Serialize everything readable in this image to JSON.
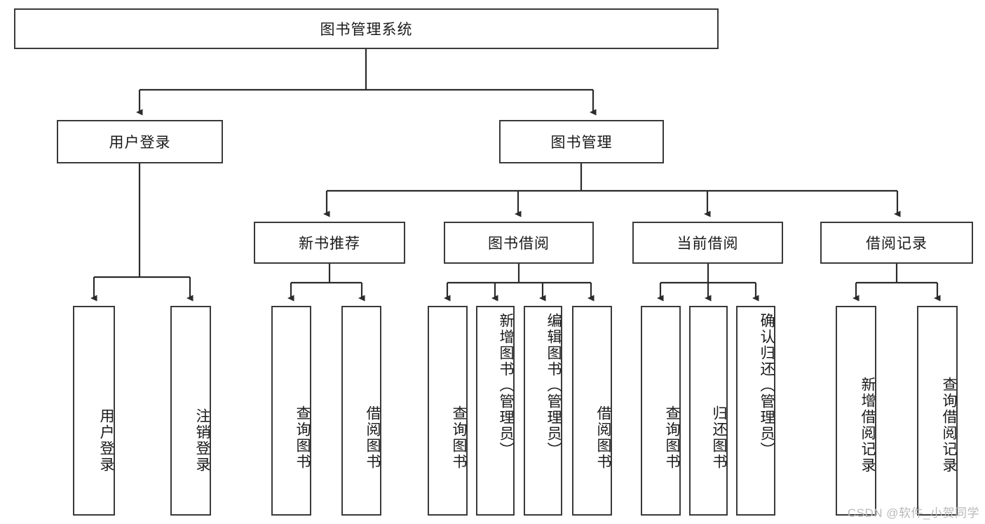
{
  "diagram": {
    "type": "tree-hierarchy",
    "title": "图书管理系统",
    "orientation": "top-down",
    "watermark": "CSDN @软件_小贺同学",
    "colors": {
      "box_border": "#3a3a3a",
      "box_fill": "#ffffff",
      "connector": "#2b2b2b",
      "text": "#1a1a1a",
      "watermark": "#b9b9b9",
      "background": "#ffffff"
    },
    "nodes": {
      "root": {
        "label": "图书管理系统"
      },
      "level2": [
        {
          "id": "user-login",
          "label": "用户登录"
        },
        {
          "id": "book-manage",
          "label": "图书管理"
        }
      ],
      "level3": [
        {
          "id": "new-book-recommend",
          "label": "新书推荐",
          "parent": "book-manage"
        },
        {
          "id": "book-borrow",
          "label": "图书借阅",
          "parent": "book-manage"
        },
        {
          "id": "current-borrow",
          "label": "当前借阅",
          "parent": "book-manage"
        },
        {
          "id": "borrow-record",
          "label": "借阅记录",
          "parent": "book-manage"
        }
      ],
      "leaves": [
        {
          "id": "leaf-user-login",
          "label": "用户登录",
          "parent": "user-login"
        },
        {
          "id": "leaf-logout-login",
          "label": "注销登录",
          "parent": "user-login"
        },
        {
          "id": "leaf-query-book-1",
          "label": "查询图书",
          "parent": "new-book-recommend"
        },
        {
          "id": "leaf-borrow-book-1",
          "label": "借阅图书",
          "parent": "new-book-recommend"
        },
        {
          "id": "leaf-query-book-2",
          "label": "查询图书",
          "parent": "book-borrow"
        },
        {
          "id": "leaf-add-book",
          "label": "新增图书（管理员）",
          "parent": "book-borrow"
        },
        {
          "id": "leaf-edit-book",
          "label": "编辑图书（管理员）",
          "parent": "book-borrow"
        },
        {
          "id": "leaf-borrow-book-2",
          "label": "借阅图书",
          "parent": "book-borrow"
        },
        {
          "id": "leaf-query-book-3",
          "label": "查询图书",
          "parent": "current-borrow"
        },
        {
          "id": "leaf-return-book",
          "label": "归还图书",
          "parent": "current-borrow"
        },
        {
          "id": "leaf-confirm-return",
          "label": "确认归还（管理员）",
          "parent": "current-borrow"
        },
        {
          "id": "leaf-add-record",
          "label": "新增借阅记录",
          "parent": "borrow-record"
        },
        {
          "id": "leaf-query-record",
          "label": "查询借阅记录",
          "parent": "borrow-record"
        }
      ]
    }
  }
}
